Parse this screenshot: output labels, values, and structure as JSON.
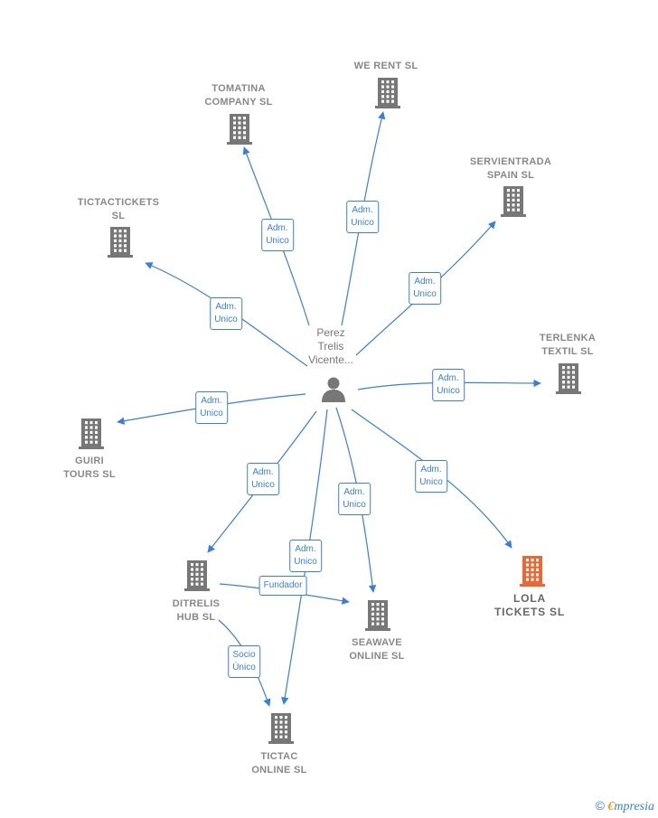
{
  "person": {
    "lines": [
      "Perez",
      "Trelis",
      "Vicente..."
    ]
  },
  "nodes": [
    {
      "id": "we-rent",
      "lines": [
        "WE RENT  SL"
      ],
      "color": "#777777"
    },
    {
      "id": "tomatina",
      "lines": [
        "TOMATINA",
        "COMPANY  SL"
      ],
      "color": "#777777"
    },
    {
      "id": "servientrada",
      "lines": [
        "SERVIENTRADA",
        "SPAIN  SL"
      ],
      "color": "#777777"
    },
    {
      "id": "tictactickets",
      "lines": [
        "TICTACTICKETS",
        "SL"
      ],
      "color": "#777777"
    },
    {
      "id": "terlenka",
      "lines": [
        "TERLENKA",
        "TEXTIL  SL"
      ],
      "color": "#777777"
    },
    {
      "id": "guiri",
      "lines": [
        "GUIRI",
        "TOURS  SL"
      ],
      "color": "#777777"
    },
    {
      "id": "lola",
      "lines": [
        "LOLA",
        "TICKETS  SL"
      ],
      "color": "#ee6633",
      "highlight": true
    },
    {
      "id": "ditrelis",
      "lines": [
        "DITRELIS",
        "HUB  SL"
      ],
      "color": "#777777"
    },
    {
      "id": "seawave",
      "lines": [
        "SEAWAVE",
        "ONLINE  SL"
      ],
      "color": "#777777"
    },
    {
      "id": "tictac",
      "lines": [
        "TICTAC",
        "ONLINE  SL"
      ],
      "color": "#777777"
    }
  ],
  "relations": [
    {
      "id": "r-we-rent",
      "lines": [
        "Adm.",
        "Unico"
      ]
    },
    {
      "id": "r-tomatina",
      "lines": [
        "Adm.",
        "Unico"
      ]
    },
    {
      "id": "r-servientrada",
      "lines": [
        "Adm.",
        "Unico"
      ]
    },
    {
      "id": "r-tictactickets",
      "lines": [
        "Adm.",
        "Unico"
      ]
    },
    {
      "id": "r-terlenka",
      "lines": [
        "Adm.",
        "Unico"
      ]
    },
    {
      "id": "r-guiri",
      "lines": [
        "Adm.",
        "Unico"
      ]
    },
    {
      "id": "r-lola",
      "lines": [
        "Adm.",
        "Unico"
      ]
    },
    {
      "id": "r-ditrelis",
      "lines": [
        "Adm.",
        "Unico"
      ]
    },
    {
      "id": "r-seawave",
      "lines": [
        "Adm.",
        "Unico"
      ]
    },
    {
      "id": "r-tictac",
      "lines": [
        "Adm.",
        "Unico"
      ]
    },
    {
      "id": "r-fundador",
      "lines": [
        "Fundador"
      ]
    },
    {
      "id": "r-socio",
      "lines": [
        "Socio",
        "Único"
      ]
    }
  ],
  "edge_color": "#3a7fd5",
  "copyright": {
    "symbol": "©",
    "brand_initial": "€",
    "brand_rest": "mpresia"
  }
}
